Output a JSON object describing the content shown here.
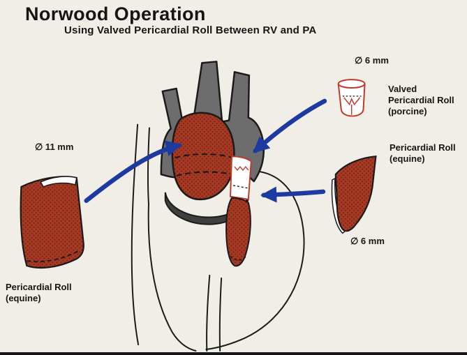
{
  "title": "Norwood Operation",
  "subtitle": "Using Valved Pericardial Roll Between RV and PA",
  "labels": {
    "left_diameter": "∅ 11 mm",
    "left_roll_line1": "Pericardial Roll",
    "left_roll_line2": "(equine)",
    "top_right_diameter": "∅ 6 mm",
    "valved_line1": "Valved",
    "valved_line2": "Pericardial Roll",
    "valved_line3": "(porcine)",
    "right_roll_line1": "Pericardial Roll",
    "right_roll_line2": "(equine)",
    "bottom_right_diameter": "∅ 6 mm"
  },
  "colors": {
    "background": "#f1eee7",
    "roll_red": "#a63a24",
    "roll_red_dark": "#6e1f10",
    "vessel_gray": "#6d6d6d",
    "band_gray": "#3f3f3f",
    "arrow_blue": "#1d3aa0",
    "outline_black": "#1a1a1a",
    "conduit_outline_red": "#c0392b"
  }
}
